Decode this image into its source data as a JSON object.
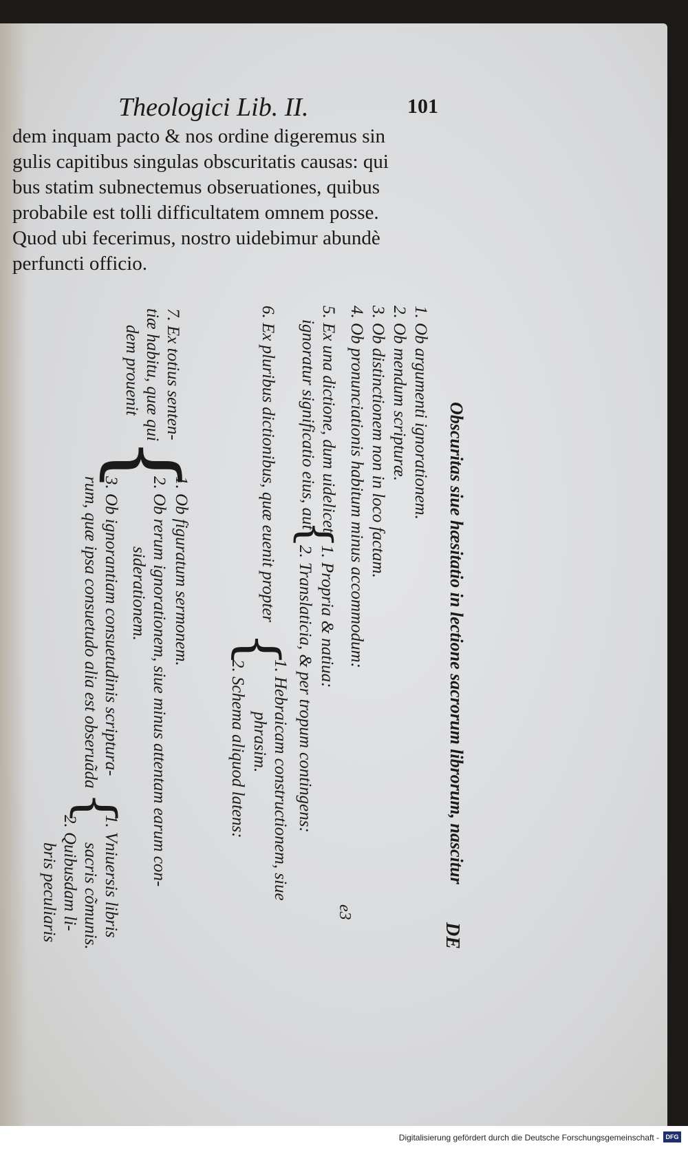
{
  "header": {
    "title": "Theologici Lib. II.",
    "page_number": "101"
  },
  "paragraph": [
    "dem inquam pacto & nos ordine digeremus sin",
    "gulis capitibus singulas obscuritatis causas: qui",
    "bus statim subnectemus obseruationes, quibus",
    "probabile est tolli difficultatem omnem posse.",
    "Quod ubi fecerimus, nostro uidebimur abundè",
    "perfuncti officio."
  ],
  "table": {
    "title": "Obscuritas siue hæsitatio in lectione sacrorum librorum, nascitur",
    "causes": [
      "1. Ob argumenti ignorationem.",
      "2. Ob mendum scripturæ.",
      "3. Ob distinctionem non in loco factam.",
      "4. Ob pronunciationis habitum minus accommodum:"
    ],
    "cause5": {
      "label_line1": "5. Ex una dictione, dum uidelicet",
      "label_line2": "ignoratur significatio eius, aut",
      "options": [
        "1. Propria & natiua:",
        "2. Translaticia, & per tropum contingens:"
      ]
    },
    "cause6": {
      "label": "6. Ex pluribus dictionibus, quæ euenit propter",
      "options": [
        "1. Hebraicam constructionem, siue",
        "phrasim.",
        "2. Schema aliquod latens:"
      ]
    },
    "cause7": {
      "label_lines": [
        "7. Ex totius senten-",
        "tiæ habitu, quæ qui",
        "dem prouenit"
      ],
      "options": [
        "1. Ob figuratum sermonem.",
        "2. Ob rerum ignorationem, siue minus attentam earum con-",
        "siderationem.",
        "3. Ob ignorantiam consuetudinis scriptura-",
        "rum, quæ ipsa consuetudo alia est obseruãda"
      ],
      "sub_options": [
        "1. Vniuersis libris",
        "sacris cõmunis.",
        "2. Quibusdam li-",
        "bris peculiaris"
      ]
    },
    "catchword": "DE",
    "signature": "e3"
  },
  "footer": {
    "text": "Digitalisierung gefördert durch die Deutsche Forschungsgemeinschaft -",
    "logo": "DFG"
  }
}
